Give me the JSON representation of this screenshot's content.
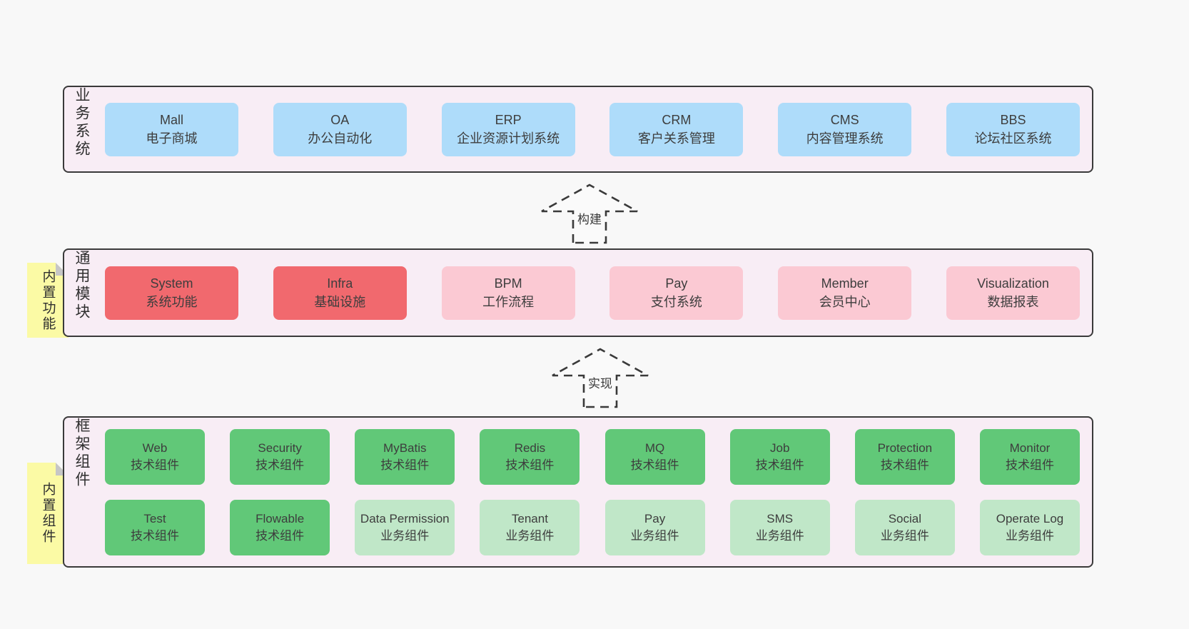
{
  "colors": {
    "page_background": "#f8f8f8",
    "panel_background": "#f8edf5",
    "panel_border": "#3a3a3a",
    "business_system_box": "#aedcfa",
    "core_module_box": "#f1696e",
    "optional_module_box": "#fbc9d3",
    "tech_component_box": "#61c878",
    "biz_component_box": "#c0e7c8",
    "sticky_note": "#fbfaa5"
  },
  "arrows": [
    {
      "label": "构建"
    },
    {
      "label": "实现"
    }
  ],
  "notes": [
    {
      "label": "内置功能"
    },
    {
      "label": "内置组件"
    }
  ],
  "sections": [
    {
      "label": "业务系统",
      "boxes": [
        {
          "name": "Mall",
          "subtitle": "电子商城",
          "variant": "blue"
        },
        {
          "name": "OA",
          "subtitle": "办公自动化",
          "variant": "blue"
        },
        {
          "name": "ERP",
          "subtitle": "企业资源计划系统",
          "variant": "blue"
        },
        {
          "name": "CRM",
          "subtitle": "客户关系管理",
          "variant": "blue"
        },
        {
          "name": "CMS",
          "subtitle": "内容管理系统",
          "variant": "blue"
        },
        {
          "name": "BBS",
          "subtitle": "论坛社区系统",
          "variant": "blue"
        }
      ]
    },
    {
      "label": "通用模块",
      "boxes": [
        {
          "name": "System",
          "subtitle": "系统功能",
          "variant": "red"
        },
        {
          "name": "Infra",
          "subtitle": "基础设施",
          "variant": "red"
        },
        {
          "name": "BPM",
          "subtitle": "工作流程",
          "variant": "pink"
        },
        {
          "name": "Pay",
          "subtitle": "支付系统",
          "variant": "pink"
        },
        {
          "name": "Member",
          "subtitle": "会员中心",
          "variant": "pink"
        },
        {
          "name": "Visualization",
          "subtitle": "数据报表",
          "variant": "pink"
        }
      ]
    },
    {
      "label": "框架组件",
      "boxes_row1": [
        {
          "name": "Web",
          "subtitle": "技术组件",
          "variant": "green"
        },
        {
          "name": "Security",
          "subtitle": "技术组件",
          "variant": "green"
        },
        {
          "name": "MyBatis",
          "subtitle": "技术组件",
          "variant": "green"
        },
        {
          "name": "Redis",
          "subtitle": "技术组件",
          "variant": "green"
        },
        {
          "name": "MQ",
          "subtitle": "技术组件",
          "variant": "green"
        },
        {
          "name": "Job",
          "subtitle": "技术组件",
          "variant": "green"
        },
        {
          "name": "Protection",
          "subtitle": "技术组件",
          "variant": "green"
        },
        {
          "name": "Monitor",
          "subtitle": "技术组件",
          "variant": "green"
        }
      ],
      "boxes_row2": [
        {
          "name": "Test",
          "subtitle": "技术组件",
          "variant": "green"
        },
        {
          "name": "Flowable",
          "subtitle": "技术组件",
          "variant": "green"
        },
        {
          "name": "Data Permission",
          "subtitle": "业务组件",
          "variant": "green-light"
        },
        {
          "name": "Tenant",
          "subtitle": "业务组件",
          "variant": "green-light"
        },
        {
          "name": "Pay",
          "subtitle": "业务组件",
          "variant": "green-light"
        },
        {
          "name": "SMS",
          "subtitle": "业务组件",
          "variant": "green-light"
        },
        {
          "name": "Social",
          "subtitle": "业务组件",
          "variant": "green-light"
        },
        {
          "name": "Operate Log",
          "subtitle": "业务组件",
          "variant": "green-light"
        }
      ]
    }
  ]
}
